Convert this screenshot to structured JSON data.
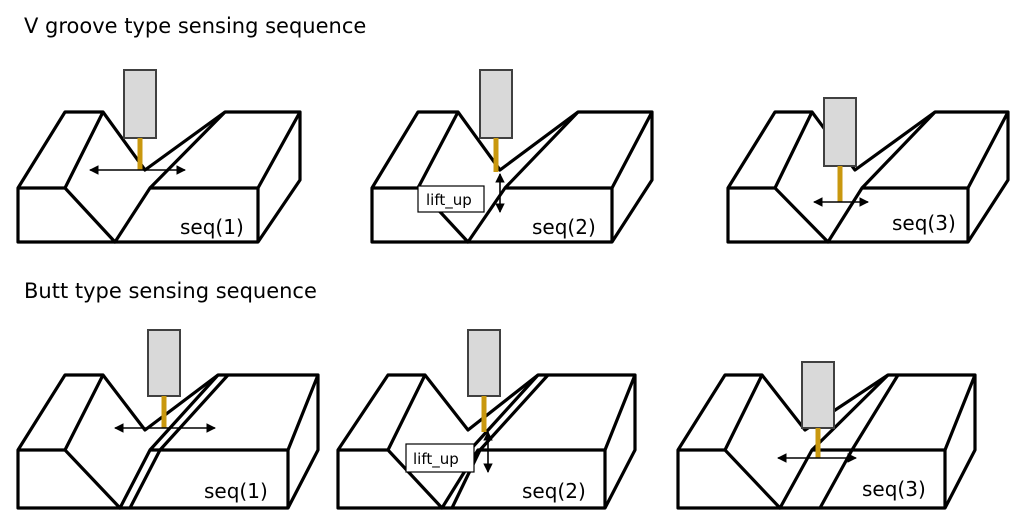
{
  "headings": {
    "v_groove": "V groove type sensing sequence",
    "butt": "Butt type sensing sequence"
  },
  "colors": {
    "block_stroke": "#000000",
    "sensor_fill": "#d9d9d9",
    "sensor_stroke": "#404040",
    "tip": "#c9980f"
  },
  "v_groove": [
    {
      "seq_label": "seq(1)",
      "motion": "horizontal"
    },
    {
      "seq_label": "seq(2)",
      "motion": "vertical",
      "note": "lift_up"
    },
    {
      "seq_label": "seq(3)",
      "motion": "horizontal"
    }
  ],
  "butt": [
    {
      "seq_label": "seq(1)",
      "motion": "horizontal"
    },
    {
      "seq_label": "seq(2)",
      "motion": "vertical",
      "note": "lift_up"
    },
    {
      "seq_label": "seq(3)",
      "motion": "horizontal"
    }
  ]
}
